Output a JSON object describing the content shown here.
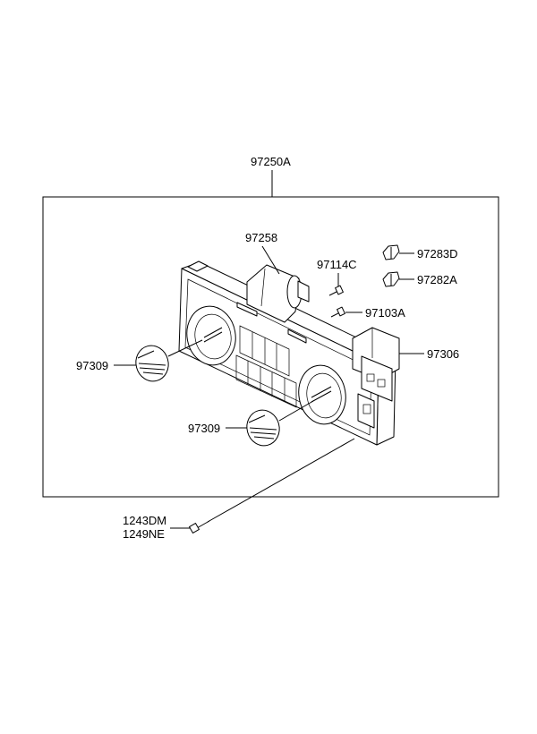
{
  "parts": {
    "assembly": "97250A",
    "actuator": "97258",
    "screw_small": "97114C",
    "clip_upper": "97283D",
    "clip_lower": "97282A",
    "screw_tapping": "97103A",
    "connector_module": "97306",
    "knob_left": "97309",
    "knob_right": "97309",
    "screw_mount_a": "1243DM",
    "screw_mount_b": "1249NE"
  }
}
